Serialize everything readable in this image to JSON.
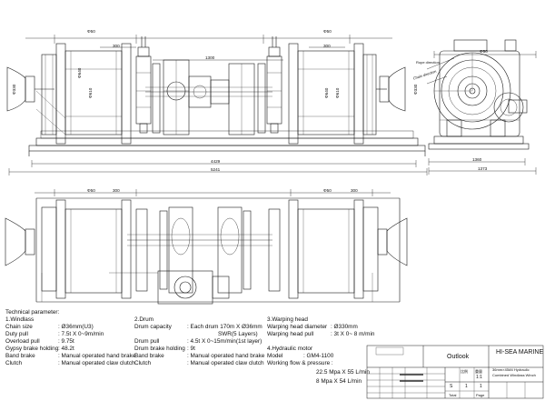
{
  "dimensions": {
    "front_drum_left": "Φ50",
    "front_300_left": "300",
    "front_drum_right": "Φ50",
    "front_300_right": "300",
    "front_center": "1300",
    "front_phi640_left": "Φ640",
    "front_phi610_left": "Φ610",
    "front_phi640_right": "Φ640",
    "front_phi610_right": "Φ610",
    "front_phi630_left": "Φ330",
    "front_phi630_right": "Φ330",
    "front_4429": "4429",
    "front_5241": "5241",
    "side_1360": "1360",
    "side_1373": "1373",
    "side_top_width": "Φ50",
    "top_drum_left": "Φ50",
    "top_drum_right": "Φ50",
    "top_300_left": "300",
    "top_300_right": "300"
  },
  "side_labels": {
    "rope_direction": "Rope direction",
    "chain_direction": "Chain direction"
  },
  "params": {
    "title": "Technical parameter:",
    "windlass": {
      "heading": "1.Windlass",
      "rows": [
        {
          "label": "Chain size",
          "value": ": Ø36mm(U3)"
        },
        {
          "label": "Duty pull",
          "value": ": 7.5t X 0~9m/min"
        },
        {
          "label": "Overload pull",
          "value": ": 9.75t"
        },
        {
          "label": "Gypsy brake holding",
          "value": ": 48.2t"
        },
        {
          "label": "Band brake",
          "value": ": Manual operated hand brake"
        },
        {
          "label": "Clutch",
          "value": ": Manual operated claw clutch"
        }
      ]
    },
    "drum": {
      "heading": "2.Drum",
      "rows": [
        {
          "label": "Drum capacity",
          "value": ": Each drum 170m X Ø36mm"
        },
        {
          "label": "",
          "value": "SWR(5 Layers)"
        },
        {
          "label": "Drum pull",
          "value": ": 4.5t X 0~15m/min(1st layer)"
        },
        {
          "label": "Drum brake holding",
          "value": ": 9t"
        },
        {
          "label": "Band brake",
          "value": ": Manual operated hand brake"
        },
        {
          "label": "Clutch",
          "value": ": Manual operated claw clutch"
        }
      ]
    },
    "warping": {
      "heading": "3.Warping head",
      "rows": [
        {
          "label": "Warping head diameter",
          "value": ": Ø330mm"
        },
        {
          "label": "Warping head pull",
          "value": ": 3t X 0~ 8 m/min"
        }
      ]
    },
    "hydraulic": {
      "heading": "4.Hydraulic motor",
      "rows": [
        {
          "label": "Model",
          "value": ": GM4-1100"
        },
        {
          "label": "Working flow & pressure :",
          "value": ""
        }
      ],
      "flow1": "22.5 Mpa X 55 L/min",
      "flow2": "8 Mpa X 54 L/min"
    }
  },
  "title_block": {
    "outlook": "Outlook",
    "company": "HI-SEA MARINE",
    "product_line1": "36mm×45kN Hydraulic",
    "product_line2": "Combined Windlass Winch",
    "scale_label": "比例",
    "scale": "1:1",
    "sheet": "1",
    "of": "1",
    "weight_label": "重量",
    "stage_label": "S",
    "total_label": "Total",
    "page_label": "Page"
  }
}
